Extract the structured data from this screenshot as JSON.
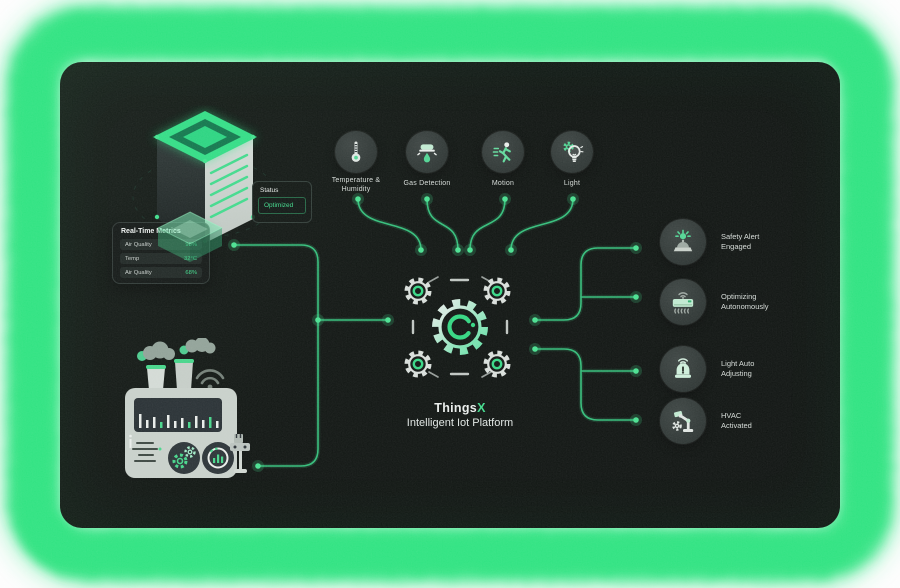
{
  "poster": {
    "theme": "dark-green-iot-diagram"
  },
  "colors": {
    "accent": "#3ED98A",
    "glow_green": "#2BE57F",
    "panel_bg": "#0B100D",
    "node_bg": "#2F3734",
    "wire_green": "#2FBC77",
    "text_light": "#DFE5E2"
  },
  "sensors": [
    {
      "icon": "thermometer-icon",
      "line1": "Temperature &",
      "line2": "Humidity"
    },
    {
      "icon": "gas-detector-icon",
      "line1": "Gas Detection",
      "line2": ""
    },
    {
      "icon": "motion-icon",
      "line1": "Motion",
      "line2": ""
    },
    {
      "icon": "light-bulb-icon",
      "line1": "Light",
      "line2": ""
    }
  ],
  "server": {
    "illustration": "server-tower-icon",
    "status_label": "Status",
    "status_value": "Optimized"
  },
  "metrics": {
    "title": "Real-Time Metrics",
    "rows": [
      {
        "label": "Air Quality",
        "value": "98%"
      },
      {
        "label": "Temp",
        "value": "32°C"
      },
      {
        "label": "Air Quality",
        "value": "68%"
      }
    ]
  },
  "platform": {
    "icon": "gears-icon",
    "brand": "Things",
    "brand_accent": "X",
    "subtitle": "Intelligent Iot Platform"
  },
  "outputs": [
    {
      "icon": "siren-light-icon",
      "line1": "Safety Alert",
      "line2": "Engaged"
    },
    {
      "icon": "air-conditioner-icon",
      "line1": "Optimizing",
      "line2": "Autonomously"
    },
    {
      "icon": "alarm-bell-icon",
      "line1": "Light Auto",
      "line2": "Adjusting"
    },
    {
      "icon": "robot-arm-icon",
      "line1": "HVAC",
      "line2": "Activated"
    }
  ],
  "factory": {
    "illustration": "smart-factory-icon"
  }
}
